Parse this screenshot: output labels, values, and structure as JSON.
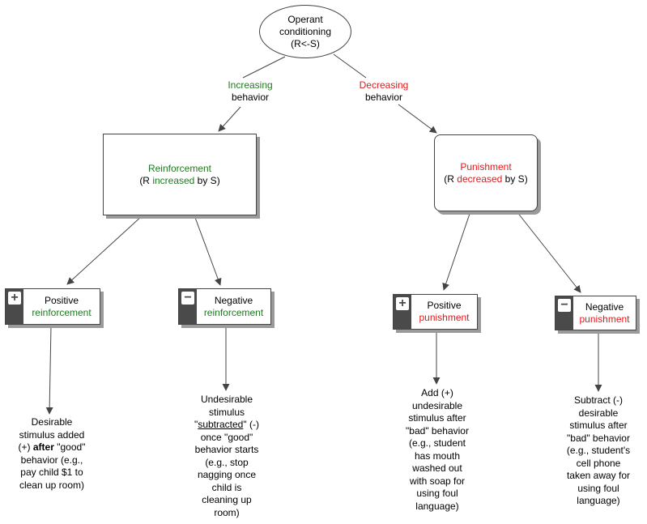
{
  "root": {
    "line1": "Operant",
    "line2": "conditioning",
    "line3": "(R<-S)"
  },
  "edge_left": {
    "line1": "Increasing",
    "line2": "behavior"
  },
  "edge_right": {
    "line1": "Decreasing",
    "line2": "behavior"
  },
  "reinforcement": {
    "title": "Reinforcement",
    "sub_prefix": "(R ",
    "sub_keyword": "increased",
    "sub_suffix": " by S)"
  },
  "punishment": {
    "title": "Punishment",
    "sub_prefix": "(R ",
    "sub_keyword": "decreased",
    "sub_suffix": " by S)"
  },
  "pos_reinforcement": {
    "sign": "+",
    "line1": "Positive",
    "line2": "reinforcement"
  },
  "neg_reinforcement": {
    "sign": "−",
    "line1": "Negative",
    "line2": "reinforcement"
  },
  "pos_punishment": {
    "sign": "+",
    "line1": "Positive",
    "line2": "punishment"
  },
  "neg_punishment": {
    "sign": "−",
    "line1": "Negative",
    "line2": "punishment"
  },
  "desc_pos_reinforcement": {
    "l1": "Desirable",
    "l2": "stimulus added",
    "l3a": "(+) ",
    "l3b": "after",
    "l3c": " \"good\"",
    "l4": "behavior (e.g.,",
    "l5": "pay  child $1 to",
    "l6": "clean up room)"
  },
  "desc_neg_reinforcement": {
    "l1": "Undesirable",
    "l2": "stimulus",
    "l3a": "\"",
    "l3b": "subtracted",
    "l3c": "\" (-)",
    "l4": "once \"good\"",
    "l5": "behavior starts",
    "l6": "(e.g., stop",
    "l7": "nagging once",
    "l8": "child  is",
    "l9": "cleaning up",
    "l10": "room)"
  },
  "desc_pos_punishment": {
    "l1": "Add (+)",
    "l2": "undesirable",
    "l3": "stimulus after",
    "l4": "\"bad\" behavior",
    "l5": "(e.g., student",
    "l6": "has mouth",
    "l7": "washed out",
    "l8": "with soap for",
    "l9": "using foul",
    "l10": "language)"
  },
  "desc_neg_punishment": {
    "l1": "Subtract (-)",
    "l2": "desirable",
    "l3": "stimulus after",
    "l4": "\"bad\" behavior",
    "l5": "(e.g., student's",
    "l6": "cell phone",
    "l7": "taken away for",
    "l8": "using foul",
    "l9": "language)"
  },
  "colors": {
    "positive_green": "#1f7a1f",
    "negative_red": "#e0191c",
    "sign_bar": "#4a4a4a",
    "shadow": "#9a9a9a"
  },
  "icons": {
    "plus": "plus-icon",
    "minus": "minus-icon"
  }
}
